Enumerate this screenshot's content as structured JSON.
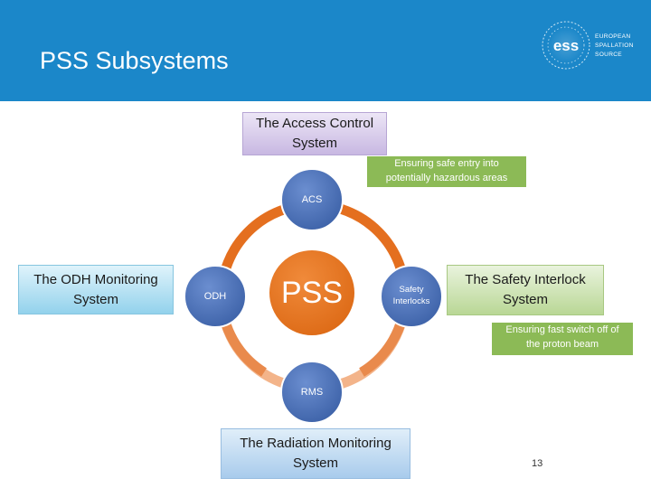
{
  "slide": {
    "title": "PSS Subsystems",
    "page_number": "13"
  },
  "logo": {
    "mark_text": "ess",
    "line1": "EUROPEAN",
    "line2": "SPALLATION",
    "line3": "SOURCE"
  },
  "diagram": {
    "center_label": "PSS",
    "nodes": {
      "acs": "ACS",
      "odh": "ODH",
      "safety_line1": "Safety",
      "safety_line2": "Interlocks",
      "rms": "RMS"
    },
    "boxes": {
      "acs_line1": "The Access Control",
      "acs_line2": "System",
      "odh_line1": "The ODH Monitoring",
      "odh_line2": "System",
      "si_line1": "The Safety Interlock",
      "si_line2": "System",
      "rms_line1": "The Radiation Monitoring",
      "rms_line2": "System"
    },
    "notes": {
      "acs_line1": "Ensuring safe entry into",
      "acs_line2": "potentially hazardous areas",
      "si_line1": "Ensuring fast switch off of",
      "si_line2": "the proton beam"
    }
  },
  "colors": {
    "header": "#1b87c9",
    "ring": "#e8742a",
    "center": "#e8741f",
    "node": "#4d74b8",
    "note": "#8cba56"
  }
}
